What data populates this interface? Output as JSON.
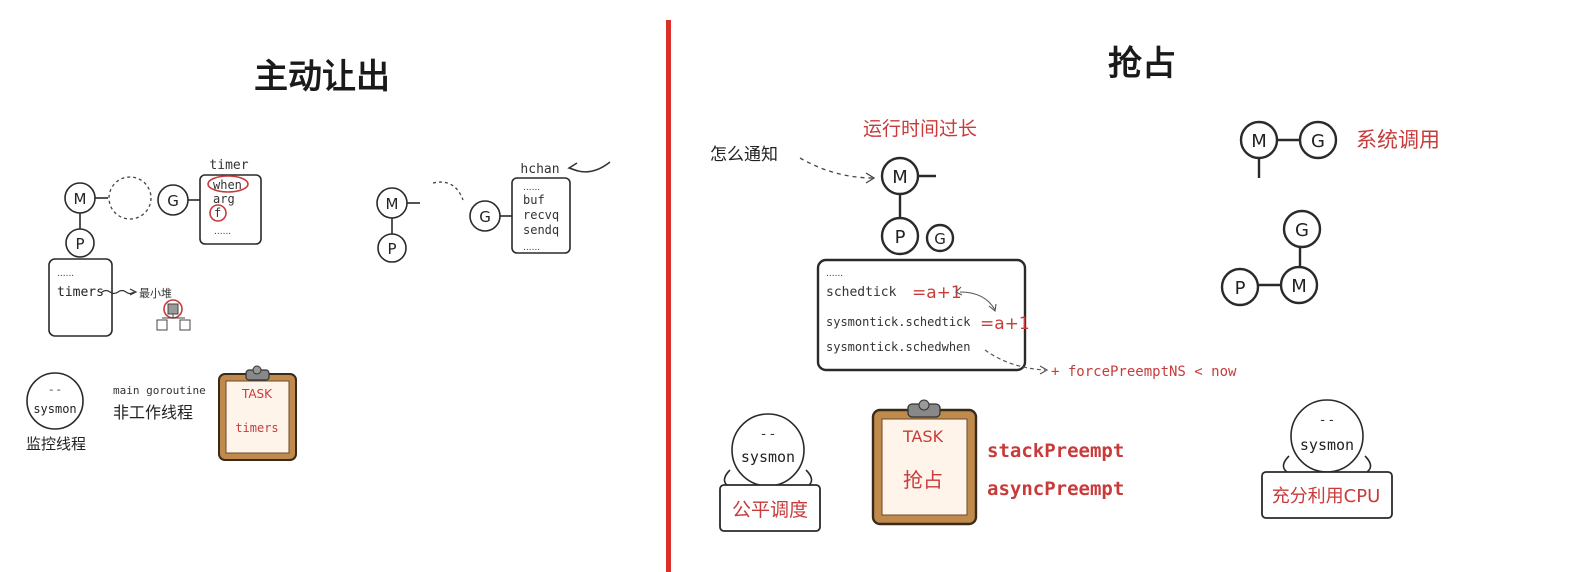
{
  "left": {
    "title": "主动让出",
    "timer": {
      "title": "timer",
      "fields": [
        "when",
        "arg",
        "f",
        "......"
      ]
    },
    "hchan": {
      "title": "hchan",
      "dots": "......",
      "fields": [
        "buf",
        "recvq",
        "sendq",
        "......"
      ]
    },
    "m_label": "M",
    "g_label": "G",
    "p_label": "P",
    "timers_box": {
      "dots": "......",
      "label": "timers",
      "arrow_label": "最小堆"
    },
    "sysmon": {
      "face": "- -",
      "name": "sysmon",
      "caption": "监控线程"
    },
    "main_goroutine": {
      "title": "main goroutine",
      "caption": "非工作线程"
    },
    "clipboard": {
      "task": "TASK",
      "content": "timers"
    }
  },
  "right": {
    "title": "抢占",
    "long_run_label": "运行时间过长",
    "notify_label": "怎么通知",
    "m_label": "M",
    "p_label": "P",
    "g_label": "G",
    "code_box": {
      "dots": "......",
      "line1": "schedtick",
      "line1_expr": "=a+1",
      "line2": "sysmontick.schedtick",
      "line2_expr": "=a+1",
      "line3": "sysmontick.schedwhen",
      "condition": "+ forcePreemptNS < now"
    },
    "syscall_label": "系统调用",
    "sysmon1": {
      "face": "- -",
      "name": "sysmon",
      "sign": "公平调度"
    },
    "clipboard": {
      "task": "TASK",
      "content": "抢占"
    },
    "preempt_methods": [
      "stackPreempt",
      "asyncPreempt"
    ],
    "sysmon2": {
      "face": "- -",
      "name": "sysmon",
      "sign": "充分利用CPU"
    }
  },
  "colors": {
    "divider": "#d9302c",
    "accent": "#c83b3b",
    "clip_frame": "#c08a4d",
    "clip_paper": "#fff4ea"
  }
}
